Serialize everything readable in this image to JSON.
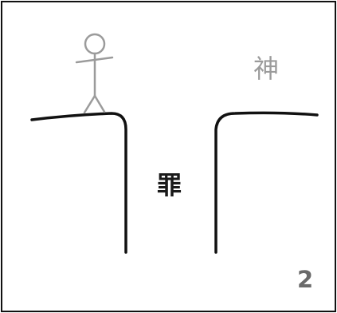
{
  "labels": {
    "god": "神",
    "sin": "罪"
  },
  "page_number": "2",
  "colors": {
    "border": "#111111",
    "cliff": "#111111",
    "person": "#9b9b9b",
    "god_text": "#9b9b9b",
    "sin_text": "#1a1a1a",
    "page_number": "#6a6a6a"
  }
}
